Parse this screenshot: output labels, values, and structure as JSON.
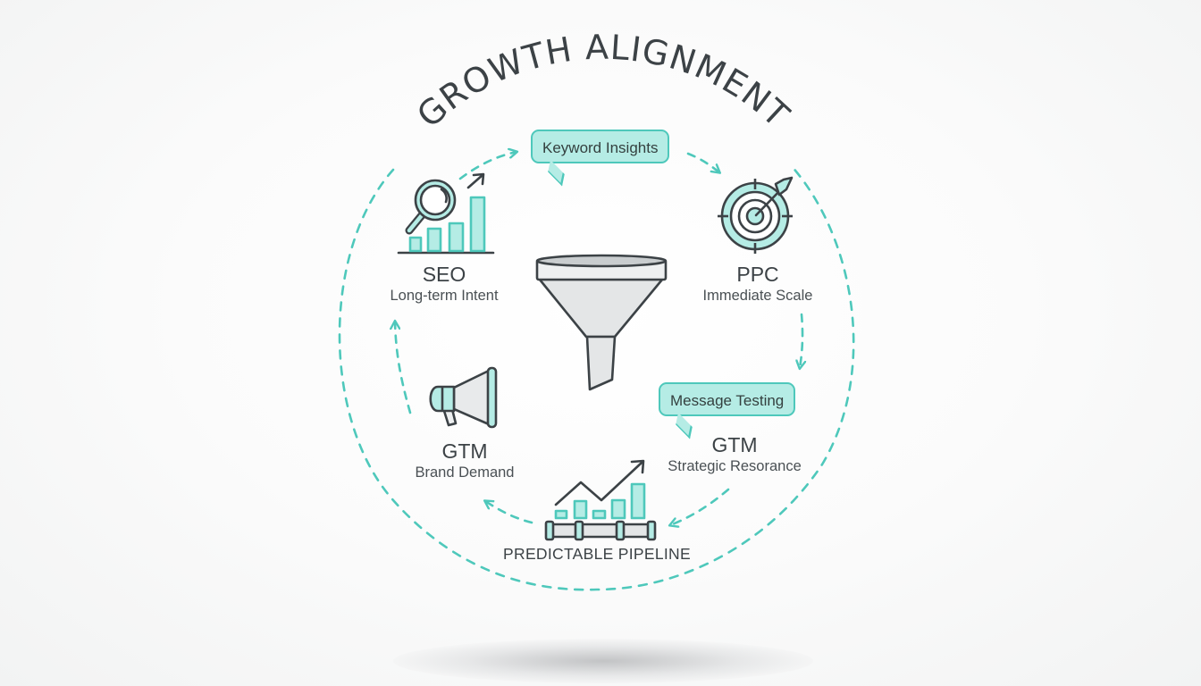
{
  "diagram": {
    "title": "GROWTH ALIGNMENT",
    "center_icon": "funnel-icon",
    "colors": {
      "accent": "#4ec8bb",
      "accent_fill": "#b5ece5",
      "ink": "#3c4246",
      "funnel_fill": "#e4e6e7"
    },
    "nodes": {
      "seo": {
        "icon": "search-growth-icon",
        "title": "SEO",
        "subtitle": "Long-term Intent"
      },
      "ppc": {
        "icon": "target-icon",
        "title": "PPC",
        "subtitle": "Immediate Scale"
      },
      "gtm_brand": {
        "icon": "megaphone-icon",
        "title": "GTM",
        "subtitle": "Brand Demand"
      },
      "gtm_strategic": {
        "icon": "message-bubble",
        "title": "GTM",
        "subtitle": "Strategic Resorance"
      },
      "pipeline": {
        "icon": "pipeline-chart-icon",
        "title": "PREDICTABLE PIPELINE"
      }
    },
    "bubbles": {
      "keyword": "Keyword Insights",
      "message": "Message Testing"
    },
    "flow": [
      "SEO -> Keyword Insights",
      "Keyword Insights -> PPC",
      "PPC -> Message Testing (GTM Strategic Resorance)",
      "GTM Strategic Resorance -> Predictable Pipeline",
      "Predictable Pipeline -> GTM Brand Demand",
      "GTM Brand Demand -> SEO"
    ]
  }
}
